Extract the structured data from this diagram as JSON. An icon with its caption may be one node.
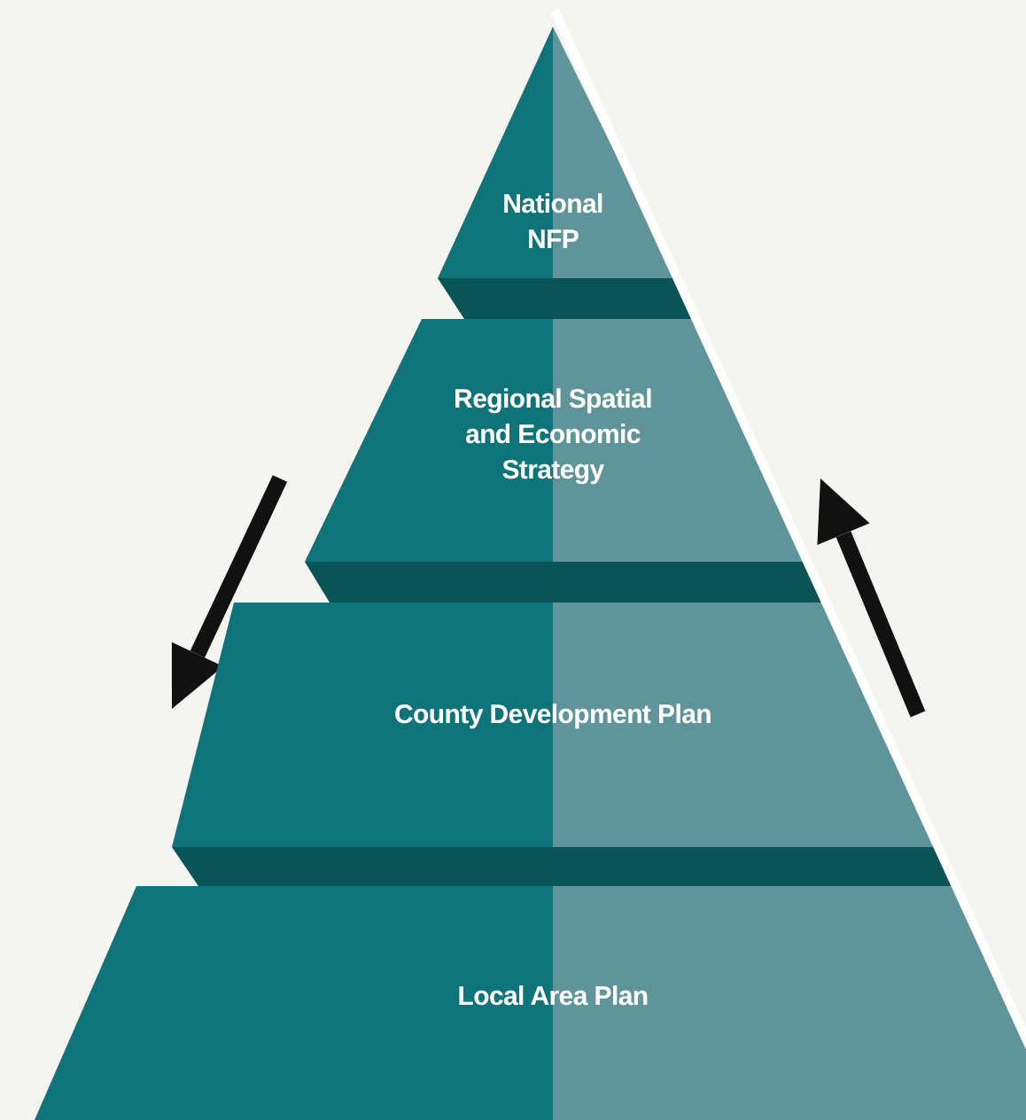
{
  "diagram": {
    "nodes": [
      {
        "text": [
          "National NFP"
        ]
      },
      {
        "text": [
          "Regional Spatial and Economic Strategy"
        ]
      },
      {
        "text": [
          "County Development Plan"
        ]
      },
      {
        "text": [
          "Local Area Plan"
        ]
      }
    ]
  }
}
